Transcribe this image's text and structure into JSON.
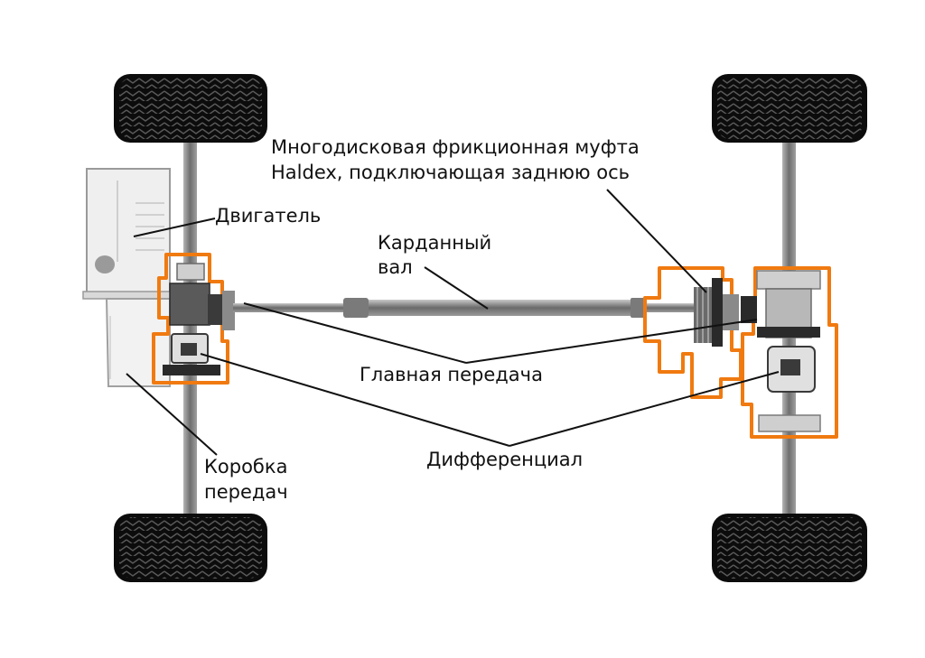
{
  "labels": {
    "engine": "Двигатель",
    "driveshaft_line1": "Карданный",
    "driveshaft_line2": "вал",
    "haldex_line1": "Многодисковая фрикционная муфта",
    "haldex_line2": "Haldex, подключающая заднюю ось",
    "final_drive": "Главная передача",
    "differential": "Дифференциал",
    "gearbox_line1": "Коробка",
    "gearbox_line2": "передач"
  },
  "colors": {
    "highlight": "#f07a10",
    "tire": "#0c0c0c",
    "metal": "#8c8c8c",
    "engine_fill": "#efefef",
    "text": "#111111"
  }
}
